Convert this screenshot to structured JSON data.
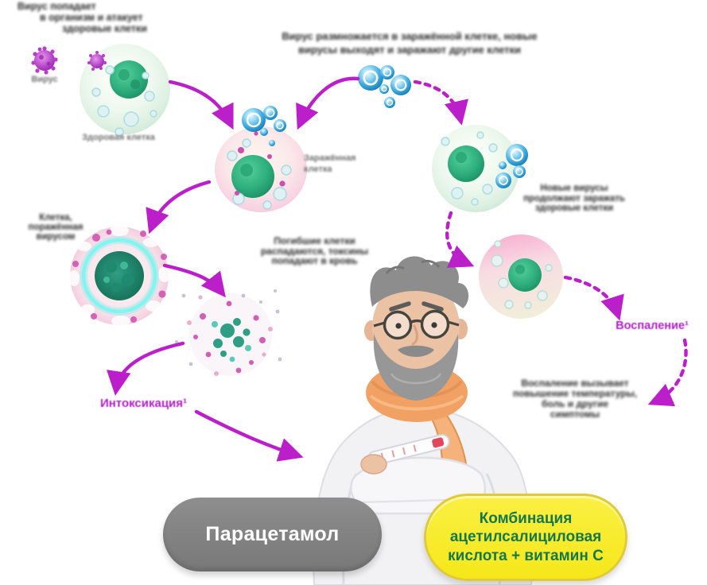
{
  "diagram": {
    "step1_title": [
      "Вирус попадает",
      "в организм и атакует",
      "здоровые клетки"
    ],
    "virus_caption": "Вирус",
    "healthy_cell_caption": "Здоровая клетка",
    "step2_title": [
      "Вирус размножается в заражённой клетке, новые",
      "вирусы выходят и заражают другие клетки"
    ],
    "infected_cell_caption": [
      "Заражённая",
      "клетка"
    ],
    "spreading_caption": [
      "Новые вирусы",
      "продолжают заражать",
      "здоровые клетки"
    ],
    "dying_cell_caption": [
      "Клетка,",
      "поражённая",
      "вирусом"
    ],
    "destruction_caption": [
      "Погибшие клетки",
      "распадаются, токсины",
      "попадают в кровь"
    ],
    "inflammation_label": "Воспаление¹",
    "inflammation_note": [
      "Воспаление вызывает",
      "повышение температуры,",
      "боль и другие",
      "симптомы"
    ],
    "intoxication_label": "Интоксикация¹"
  },
  "treatments": {
    "paracetamol": "Парацетамол",
    "combination": [
      "Комбинация",
      "ацетилсалициловая",
      "кислота + витамин C"
    ]
  },
  "colors": {
    "arrow_magenta": "#bb1fc9",
    "label_magenta": "#b01fc6",
    "dark_text": "#2a2a2a",
    "gray_caption": "#707070",
    "button_gray": "#828282",
    "button_yellow": "#f7e923",
    "button_green_text": "#14784b"
  }
}
